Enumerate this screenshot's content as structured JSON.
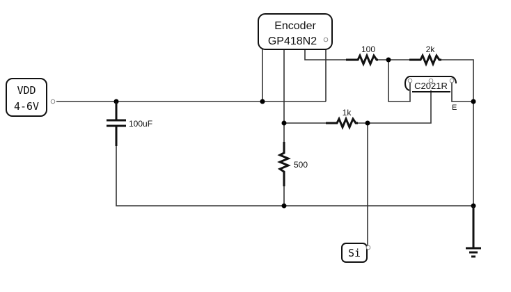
{
  "diagram": {
    "type": "circuit-schematic",
    "components": {
      "vdd": {
        "line1": "VDD",
        "line2": "4-6V"
      },
      "encoder": {
        "line1": "Encoder",
        "line2": "GP418N2"
      },
      "capacitor": {
        "label": "100uF"
      },
      "r_100": {
        "label": "100"
      },
      "r_2k": {
        "label": "2k"
      },
      "r_1k": {
        "label": "1k"
      },
      "r_500": {
        "label": "500"
      },
      "transistor": {
        "label": "C2021R",
        "emitter_label": "E"
      },
      "signal": {
        "label": "Si"
      },
      "ground": {
        "label": ""
      }
    }
  }
}
